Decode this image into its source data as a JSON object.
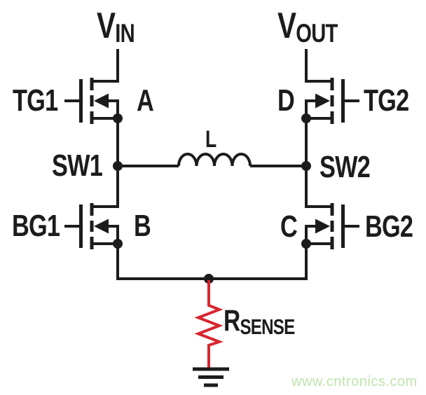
{
  "schematic": {
    "power_rails": {
      "vin": {
        "main": "V",
        "sub": "IN"
      },
      "vout": {
        "main": "V",
        "sub": "OUT"
      }
    },
    "switch_nodes": {
      "sw1": "SW1",
      "sw2": "SW2"
    },
    "switches": {
      "a": {
        "label": "A",
        "gate_label": "TG1"
      },
      "b": {
        "label": "B",
        "gate_label": "BG1"
      },
      "c": {
        "label": "C",
        "gate_label": "BG2"
      },
      "d": {
        "label": "D",
        "gate_label": "TG2"
      }
    },
    "inductor_label": "L",
    "sense_resistor": {
      "main": "R",
      "sub": "SENSE"
    },
    "colors": {
      "line": "#1c1c1c",
      "sense_resistor": "#d7262f",
      "watermark": "#bfe3ac"
    }
  },
  "watermark_text": "www.cntronics.com"
}
